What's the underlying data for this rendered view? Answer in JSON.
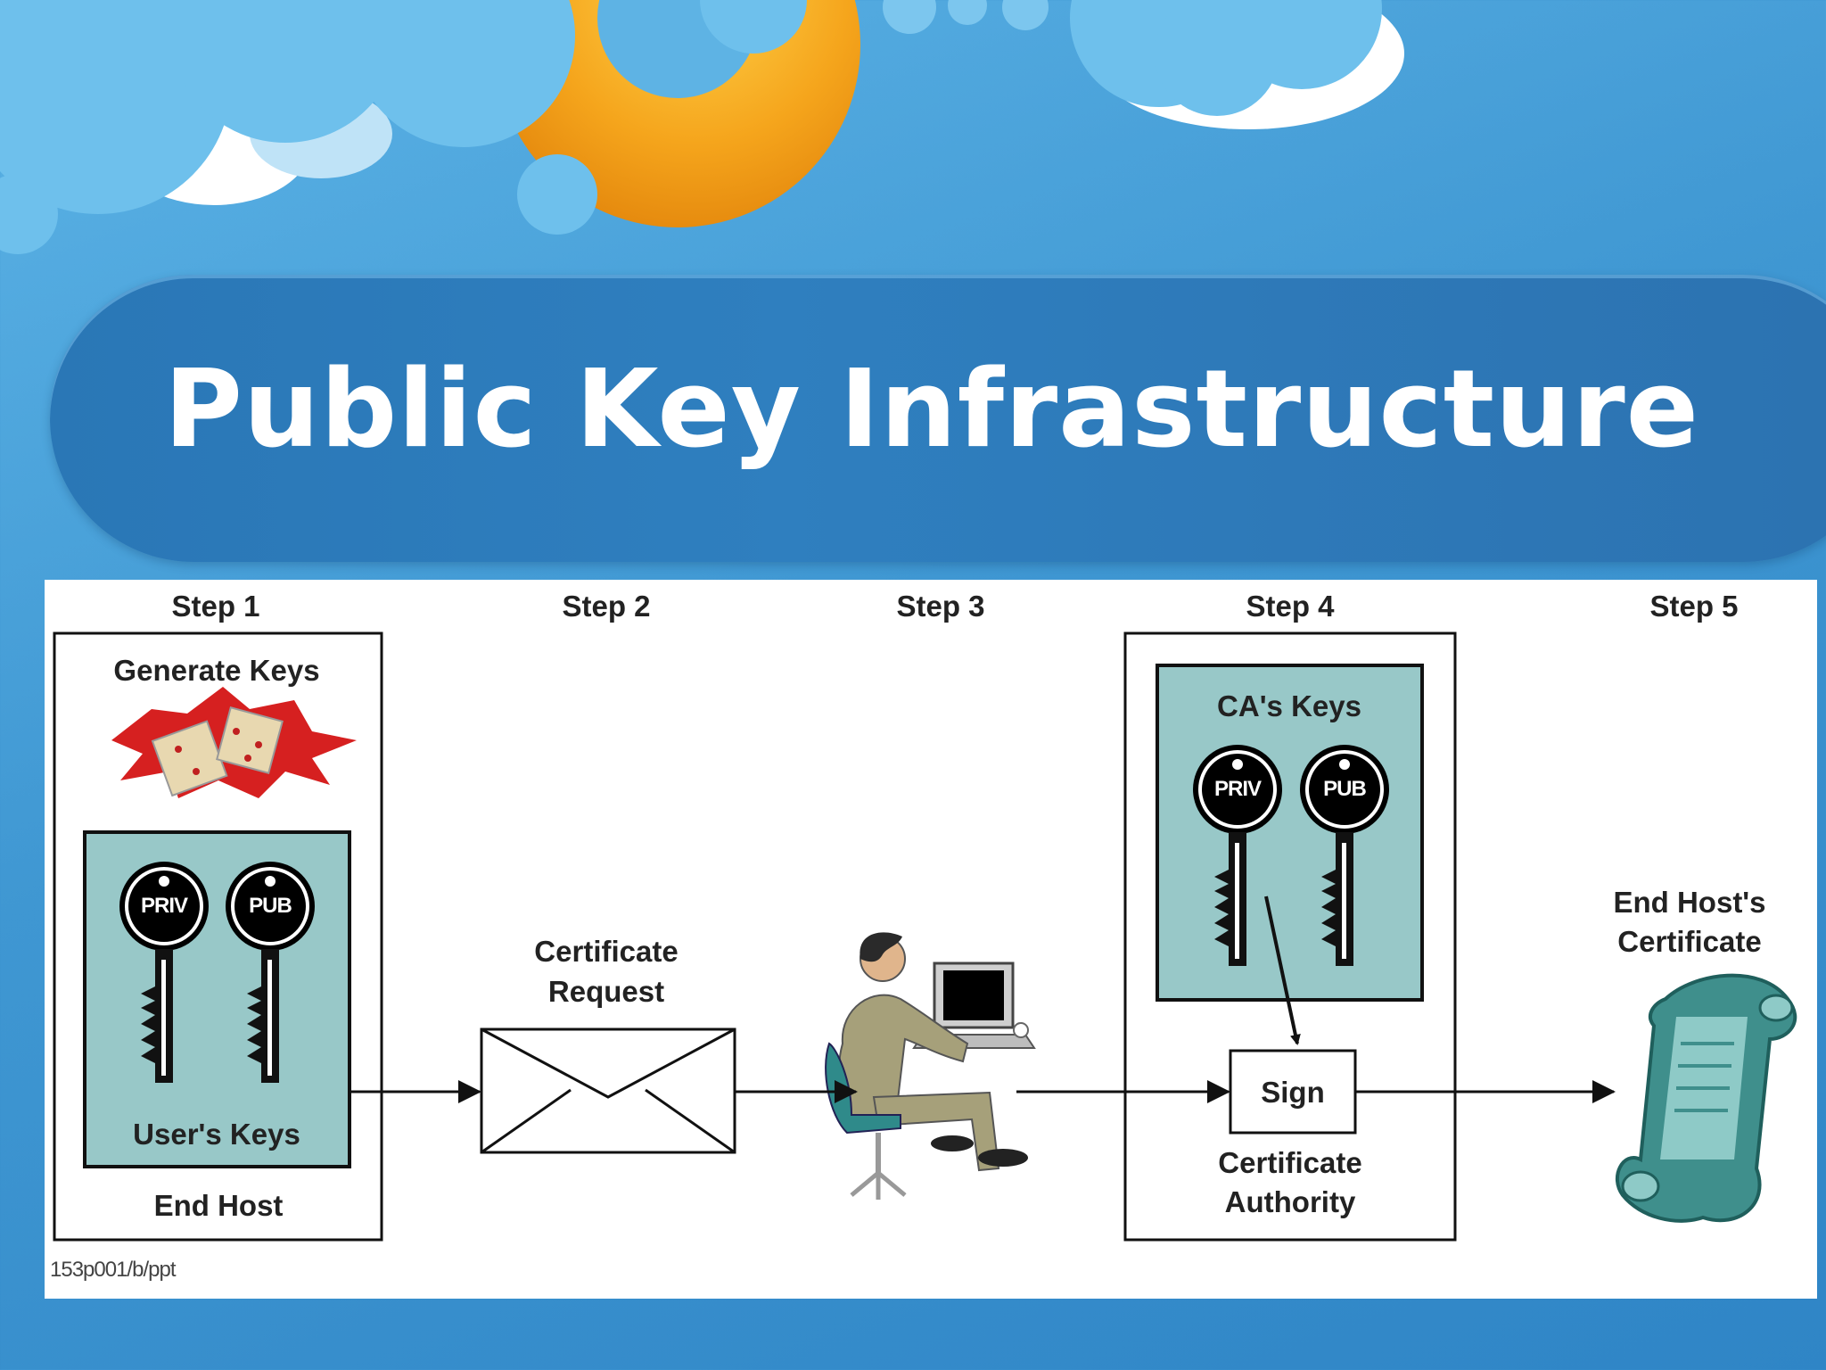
{
  "slide": {
    "title": "Public Key Infrastructure"
  },
  "diagram": {
    "steps": [
      "Step 1",
      "Step 2",
      "Step 3",
      "Step 4",
      "Step 5"
    ],
    "step1": {
      "generate_label": "Generate Keys",
      "users_keys_label": "User's Keys",
      "end_host_label": "End Host",
      "priv_key": "PRIV",
      "pub_key": "PUB"
    },
    "step2": {
      "request_line1": "Certificate",
      "request_line2": "Request"
    },
    "step4": {
      "ca_keys_label": "CA's Keys",
      "priv_key": "PRIV",
      "pub_key": "PUB",
      "sign_label": "Sign",
      "authority_line1": "Certificate",
      "authority_line2": "Authority"
    },
    "step5": {
      "certificate_line1": "End Host's",
      "certificate_line2": "Certificate"
    },
    "figure_code": "153p001/b/ppt"
  },
  "colors": {
    "key_panel": "#98c8c8",
    "scroll": "#3f8f8c",
    "sun": "#f3a21c",
    "cloud": "#6ec0ec"
  }
}
